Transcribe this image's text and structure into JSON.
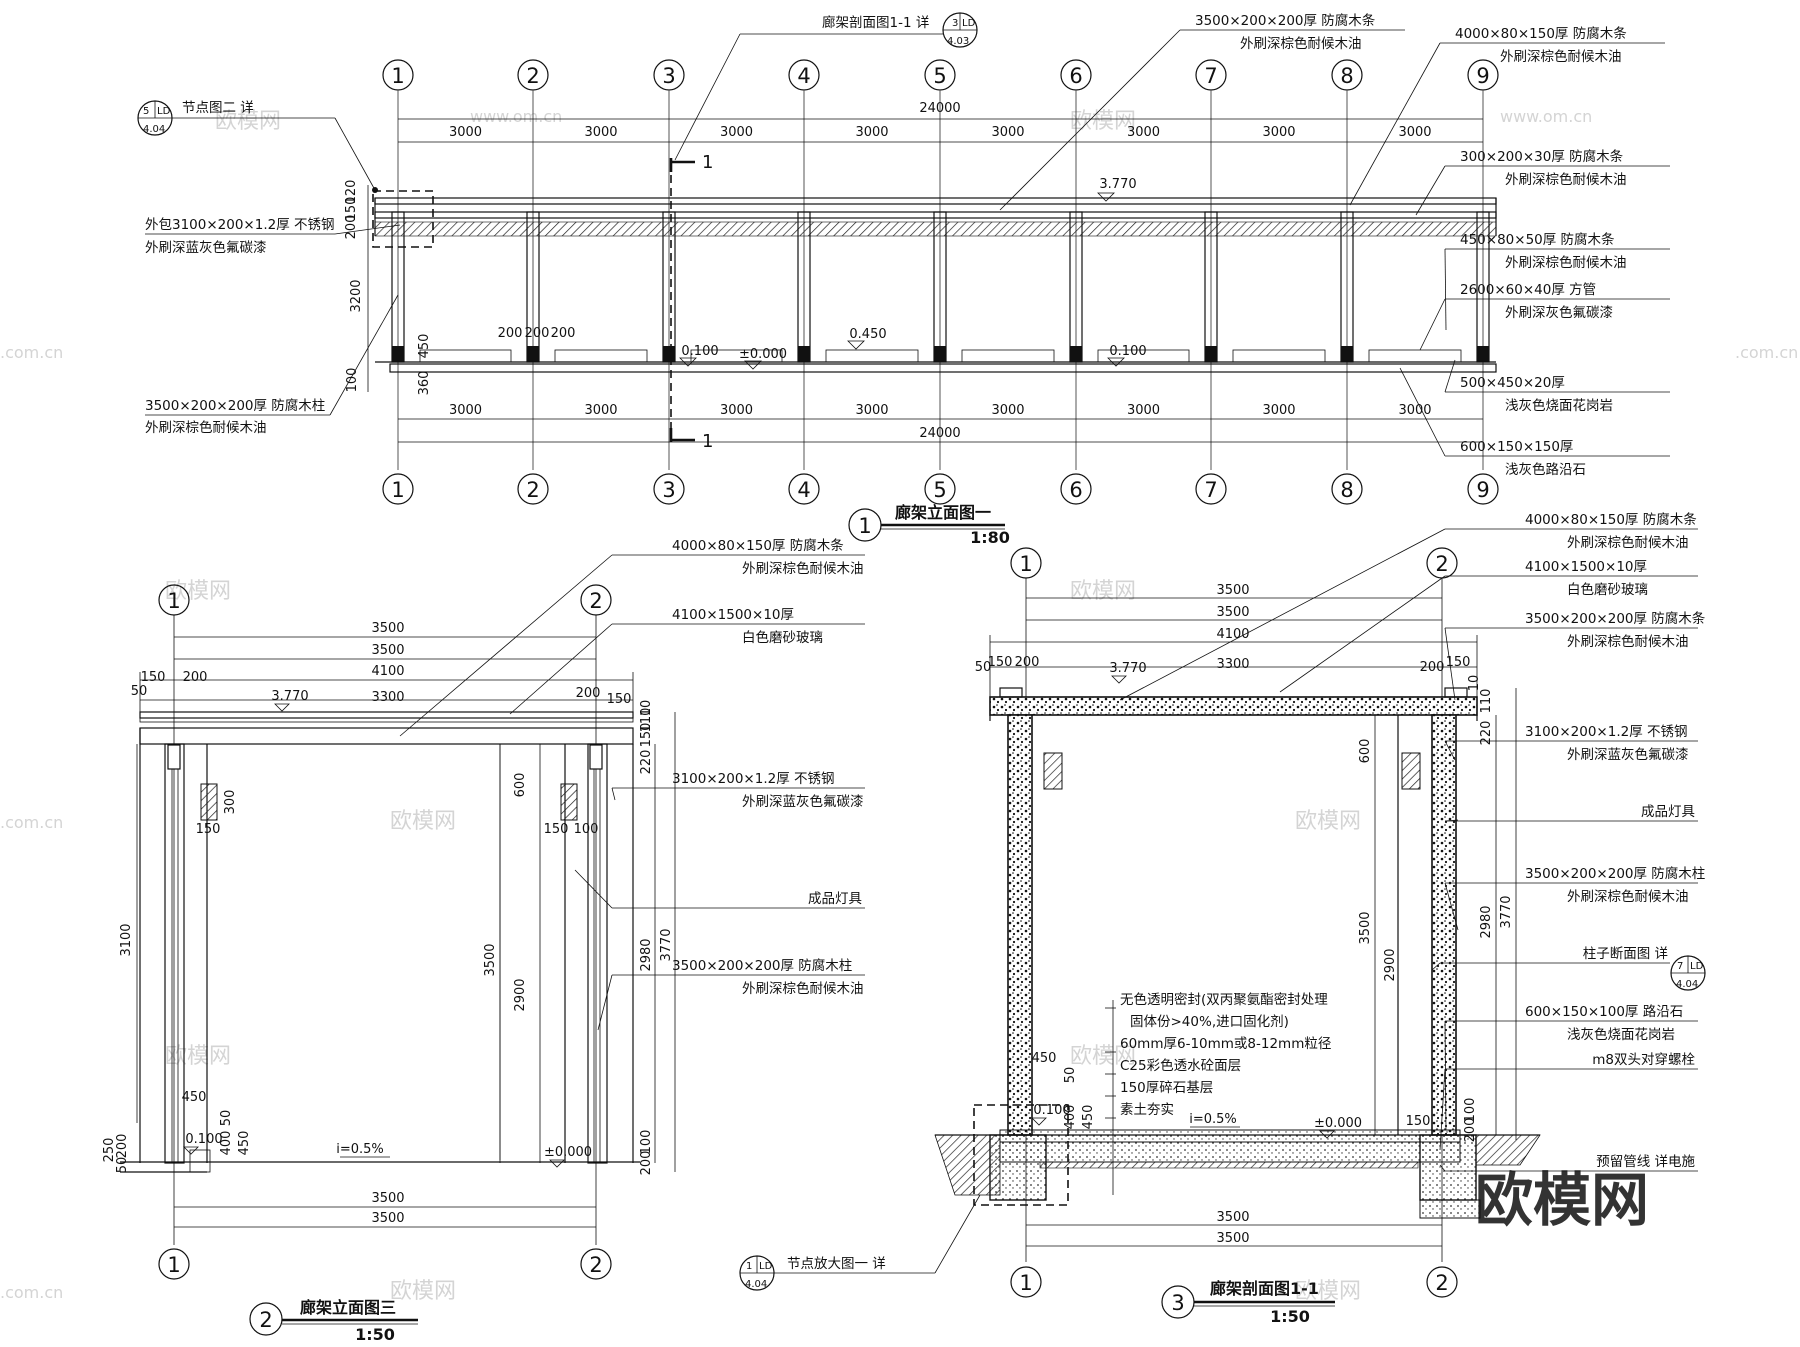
{
  "views": {
    "elevation1": {
      "title_num": "1",
      "title": "廊架立面图一",
      "scale": "1:80",
      "axis_labels": [
        "1",
        "2",
        "3",
        "4",
        "5",
        "6",
        "7",
        "8",
        "9"
      ],
      "bay_dims": [
        "3000",
        "3000",
        "3000",
        "3000",
        "3000",
        "3000",
        "3000",
        "3000"
      ],
      "total": "24000",
      "section_mark": "1",
      "levels": {
        "top": "3.770",
        "l1": "0.100",
        "l0": "±0.000",
        "l2": "0.450",
        "l3": "0.100"
      },
      "left_dims": {
        "d120": "120",
        "d150": "150",
        "d200": "200",
        "d3200": "3200",
        "d100": "100",
        "d450": "450",
        "d360": "360",
        "d200b": "200",
        "d200c": "200",
        "d200d": "200"
      },
      "callouts": [
        {
          "label": "廊架剖面图1-1 详",
          "ref_top": "3",
          "ref_mid": "LD",
          "ref_bot": "4.03"
        },
        {
          "label": "节点图二 详",
          "ref_top": "5",
          "ref_mid": "LD",
          "ref_bot": "4.04"
        }
      ],
      "notes_left": [
        [
          "外包3100×200×1.2厚 不锈钢",
          "外刷深蓝灰色氟碳漆"
        ],
        [
          "3500×200×200厚 防腐木柱",
          "外刷深棕色耐候木油"
        ]
      ],
      "notes_right": [
        [
          "3500×200×200厚 防腐木条",
          "外刷深棕色耐候木油"
        ],
        [
          "4000×80×150厚 防腐木条",
          "外刷深棕色耐候木油"
        ],
        [
          "300×200×30厚 防腐木条",
          "外刷深棕色耐候木油"
        ],
        [
          "450×80×50厚 防腐木条",
          "外刷深棕色耐候木油"
        ],
        [
          "2600×60×40厚 方管",
          "外刷深灰色氟碳漆"
        ],
        [
          "500×450×20厚",
          "浅灰色烧面花岗岩"
        ],
        [
          "600×150×150厚",
          "浅灰色路沿石"
        ]
      ]
    },
    "elevation3": {
      "title_num": "2",
      "title": "廊架立面图三",
      "scale": "1:50",
      "axis_labels": [
        "1",
        "2"
      ],
      "dims_top": [
        "3500",
        "3500",
        "4100",
        "3300"
      ],
      "dims_small": {
        "d50": "50",
        "d150": "150",
        "d200": "200",
        "d200r": "200",
        "d150r": "150"
      },
      "dims_bottom": [
        "3500",
        "3500"
      ],
      "level_top": "3.770",
      "level_100": "0.100",
      "level_0": "±0.000",
      "slope": "i=0.5%",
      "vert_dims": {
        "v3100": "3100",
        "v3500": "3500",
        "v2900": "2900",
        "v600": "600",
        "v300": "300",
        "v150": "150",
        "v150b": "150",
        "v100": "100",
        "v2980": "2980",
        "v3770": "3770",
        "v220": "220",
        "v150c": "150",
        "v110": "110",
        "v10": "10",
        "v100b": "100",
        "v200": "200",
        "v450": "450",
        "v50": "50",
        "v250": "250",
        "v200b": "200",
        "v50b": "50",
        "v400": "400",
        "v450b": "450"
      },
      "notes": [
        [
          "4000×80×150厚 防腐木条",
          "外刷深棕色耐候木油"
        ],
        [
          "4100×1500×10厚",
          "白色磨砂玻璃"
        ],
        [
          "3100×200×1.2厚 不锈钢",
          "外刷深蓝灰色氟碳漆"
        ],
        [
          "成品灯具",
          ""
        ],
        [
          "3500×200×200厚 防腐木柱",
          "外刷深棕色耐候木油"
        ]
      ]
    },
    "section": {
      "title_num": "3",
      "title": "廊架剖面图1-1",
      "scale": "1:50",
      "axis_labels": [
        "1",
        "2"
      ],
      "dims_top": [
        "3500",
        "3500",
        "4100",
        "3300"
      ],
      "dims_small": {
        "d50": "50",
        "d150": "150",
        "d200": "200",
        "d200r": "200",
        "d150r": "150",
        "d10": "10"
      },
      "dims_bottom": [
        "3500",
        "3500"
      ],
      "level_top": "3.770",
      "level_100": "0.100",
      "level_0": "±0.000",
      "slope": "i=0.5%",
      "vert_dims": {
        "v600": "600",
        "v3500": "3500",
        "v2900": "2900",
        "v2980": "2980",
        "v3770": "3770",
        "v220": "220",
        "v110": "110",
        "v450": "450",
        "v50": "50",
        "v400": "400",
        "v450b": "450",
        "v150": "150",
        "v100": "100",
        "v200": "200"
      },
      "paving_notes": [
        "无色透明密封(双丙聚氨酯密封处理",
        "固体份>40%,进口固化剂)",
        "60mm厚6-10mm或8-12mm粒径",
        "C25彩色透水砼面层",
        "150厚碎石基层",
        "素土夯实"
      ],
      "notes": [
        [
          "4000×80×150厚 防腐木条",
          "外刷深棕色耐候木油"
        ],
        [
          "4100×1500×10厚",
          "白色磨砂玻璃"
        ],
        [
          "3500×200×200厚 防腐木条",
          "外刷深棕色耐候木油"
        ],
        [
          "3100×200×1.2厚 不锈钢",
          "外刷深蓝灰色氟碳漆"
        ],
        [
          "成品灯具",
          ""
        ],
        [
          "3500×200×200厚 防腐木柱",
          "外刷深棕色耐候木油"
        ],
        [
          "柱子断面图 详",
          ""
        ],
        [
          "600×150×100厚 路沿石",
          "浅灰色烧面花岗岩"
        ],
        [
          "m8双头对穿螺栓",
          ""
        ],
        [
          "预留管线 详电施",
          ""
        ]
      ],
      "col_ref": {
        "top": "7",
        "mid": "LD",
        "bot": "4.04"
      },
      "node_ref": {
        "label": "节点放大图一 详",
        "top": "1",
        "mid": "LD",
        "bot": "4.04"
      }
    }
  },
  "watermark": {
    "cn": "欧模网",
    "url": "www.om.cn",
    "short": ".com.cn",
    "big": "欧模网"
  }
}
